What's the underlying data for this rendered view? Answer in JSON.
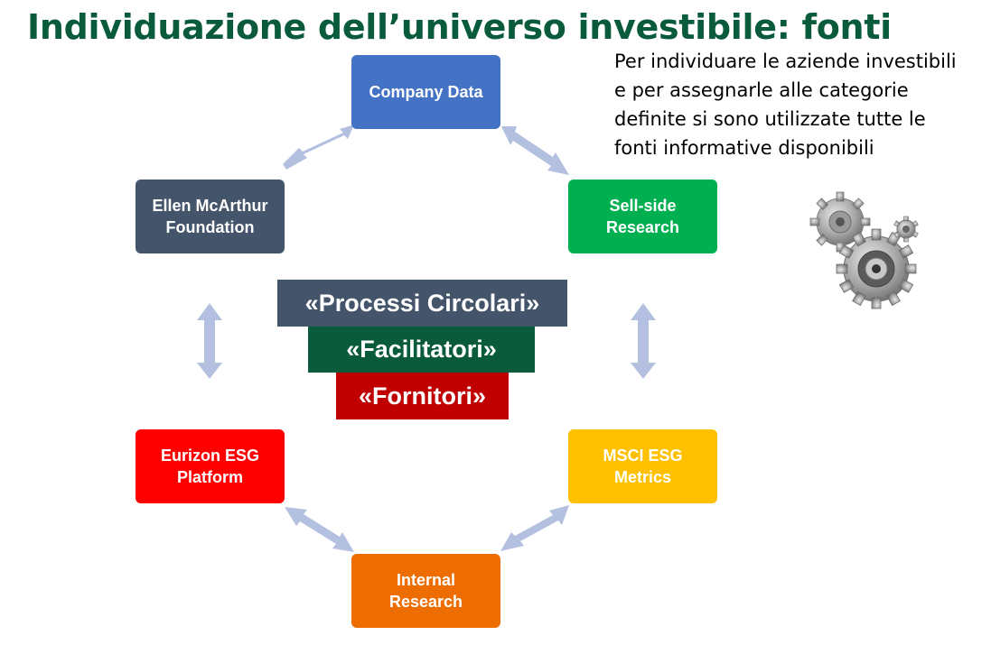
{
  "title": "Individuazione dell’universo investibile: fonti",
  "description": [
    "Per individuare le aziende investibili",
    "e per assegnarle alle categorie",
    "definite si sono utilizzate tutte le",
    "fonti informative disponibili"
  ],
  "nodes": {
    "company_data": {
      "label": "Company Data",
      "color": "#4472c4"
    },
    "sell_side": {
      "label": "Sell-side Research",
      "color": "#00b050"
    },
    "msci": {
      "label": "MSCI ESG Metrics",
      "color": "#ffc000"
    },
    "internal": {
      "label": "Internal Research",
      "color": "#ed6d00"
    },
    "eurizon": {
      "label": "Eurizon ESG Platform",
      "color": "#ff0000"
    },
    "ellen": {
      "label": "Ellen McArthur Foundation",
      "color": "#44546a"
    }
  },
  "center": {
    "processi": {
      "label": "«Processi Circolari»",
      "color": "#44546a"
    },
    "facilitatori": {
      "label": "«Facilitatori»",
      "color": "#0a5a3c"
    },
    "fornitori": {
      "label": "«Fornitori»",
      "color": "#c00000"
    }
  },
  "colors": {
    "title": "#0a5a3c",
    "arrow": "#b4c0e0"
  },
  "icons": {
    "decoration": "gears-icon"
  }
}
